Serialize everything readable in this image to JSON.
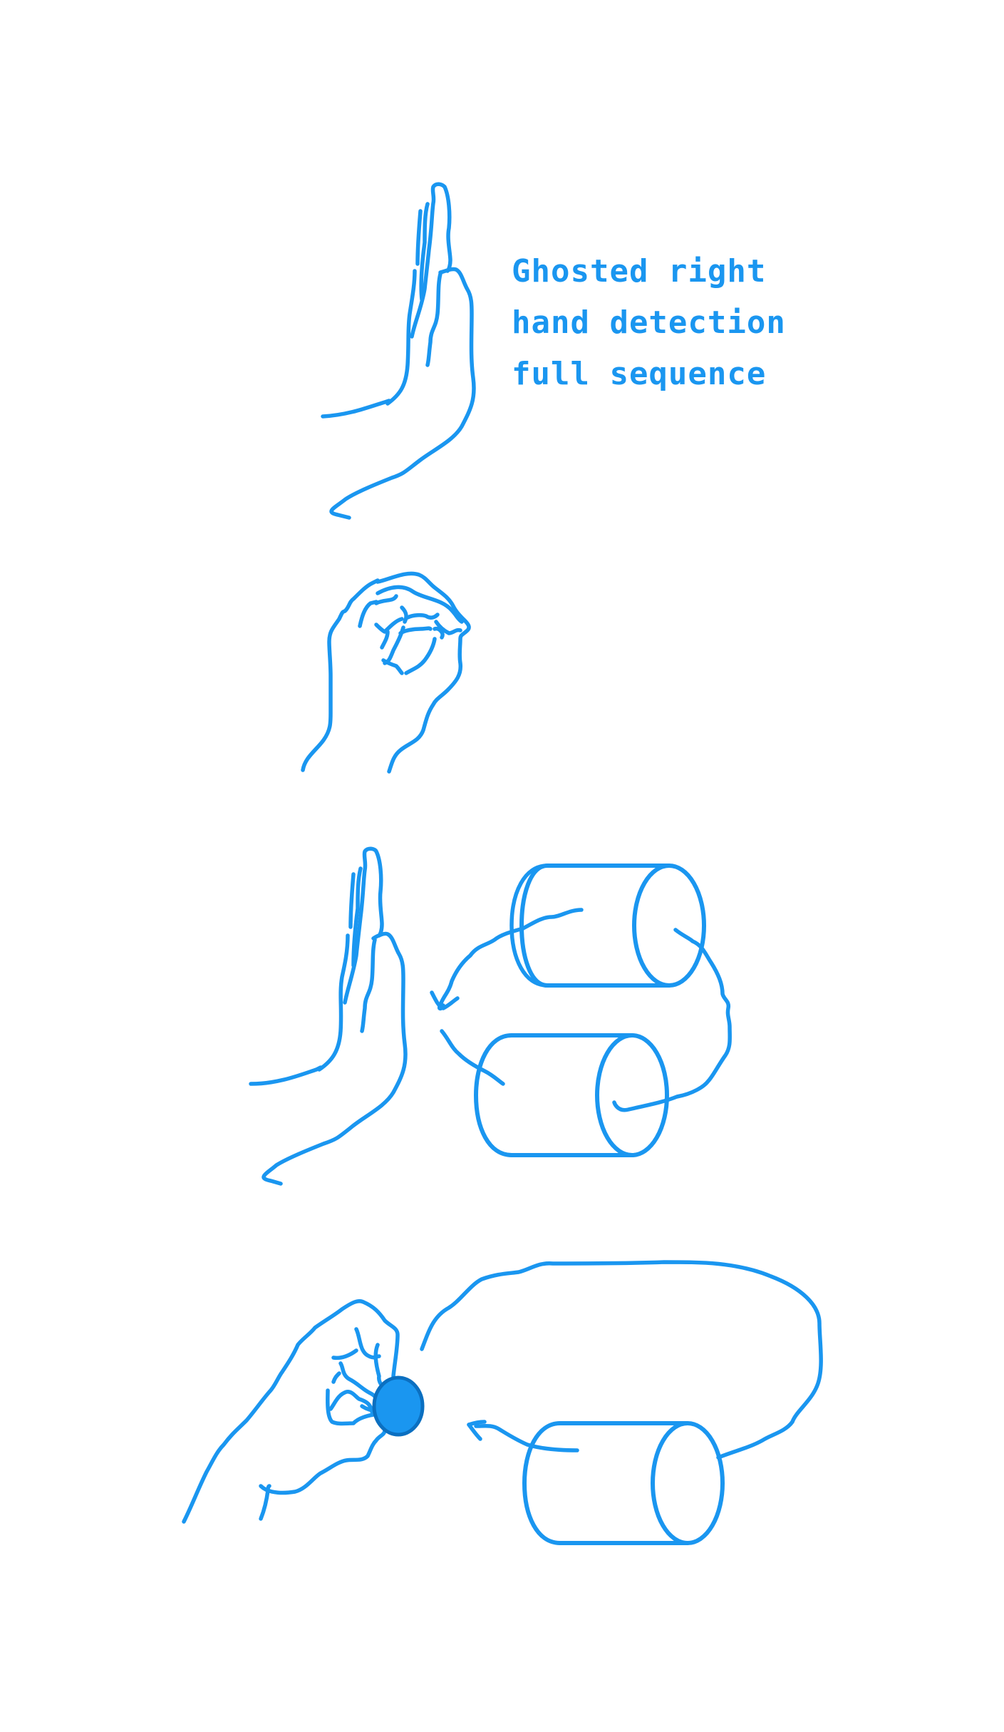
{
  "caption": {
    "lines": [
      "Ghosted right",
      "hand detection",
      "full sequence"
    ]
  },
  "colors": {
    "stroke": "#1a96f0",
    "background": "#ffffff",
    "bead_fill": "#1a96f0",
    "bead_outline": "#0b6fc0"
  },
  "icons": {
    "panel_1": "open-palm-right-hand-icon",
    "panel_2": "pinch-grip-hand-icon",
    "panel_3": "open-palm-with-rotating-cylinders-icon",
    "panel_4": "pinch-hand-holding-bead-with-cylinder-loop-icon"
  }
}
